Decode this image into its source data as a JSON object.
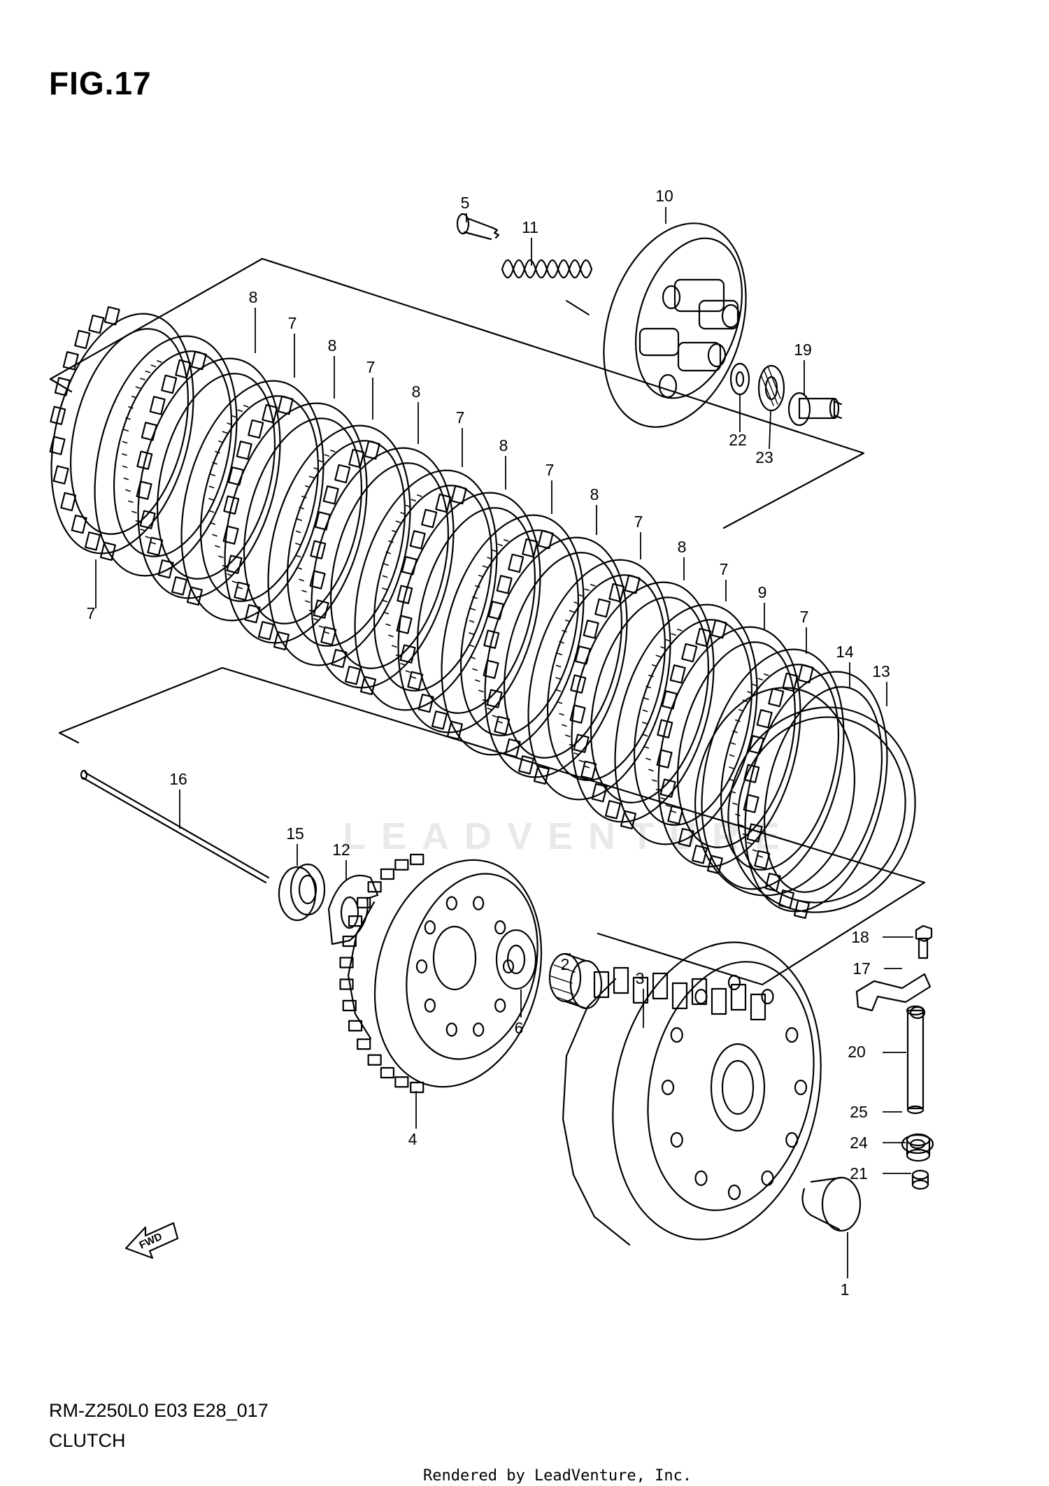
{
  "figure": {
    "title": "FIG.17"
  },
  "model_code": "RM-Z250L0 E03 E28_017",
  "section": "CLUTCH",
  "footer": "Rendered by LeadVenture, Inc.",
  "watermark": "LEADVENTURE",
  "fwd_arrow": "FWD",
  "parts": [
    {
      "ref": "1",
      "kind": "spacer-bushing"
    },
    {
      "ref": "2",
      "kind": "needle-bearing"
    },
    {
      "ref": "3",
      "kind": "primary-driven-gear-housing"
    },
    {
      "ref": "4",
      "kind": "clutch-sleeve-hub"
    },
    {
      "ref": "5",
      "kind": "bolt"
    },
    {
      "ref": "6",
      "kind": "thrust-washer"
    },
    {
      "ref": "7",
      "kind": "drive-plate"
    },
    {
      "ref": "8",
      "kind": "driven-plate"
    },
    {
      "ref": "9",
      "kind": "driven-plate"
    },
    {
      "ref": "10",
      "kind": "pressure-plate"
    },
    {
      "ref": "11",
      "kind": "spring"
    },
    {
      "ref": "12",
      "kind": "lock-washer"
    },
    {
      "ref": "13",
      "kind": "wire-ring"
    },
    {
      "ref": "14",
      "kind": "spring-seat"
    },
    {
      "ref": "15",
      "kind": "hub-nut"
    },
    {
      "ref": "16",
      "kind": "push-rod"
    },
    {
      "ref": "17",
      "kind": "lever"
    },
    {
      "ref": "18",
      "kind": "bolt"
    },
    {
      "ref": "19",
      "kind": "release-rack"
    },
    {
      "ref": "20",
      "kind": "release-shaft"
    },
    {
      "ref": "21",
      "kind": "bearing"
    },
    {
      "ref": "22",
      "kind": "washer"
    },
    {
      "ref": "23",
      "kind": "thrust-bearing"
    },
    {
      "ref": "24",
      "kind": "bearing"
    },
    {
      "ref": "25",
      "kind": "oil-seal"
    }
  ],
  "plate_stack_labels": {
    "drive": "7",
    "driven": "8",
    "last_driven": "9"
  }
}
